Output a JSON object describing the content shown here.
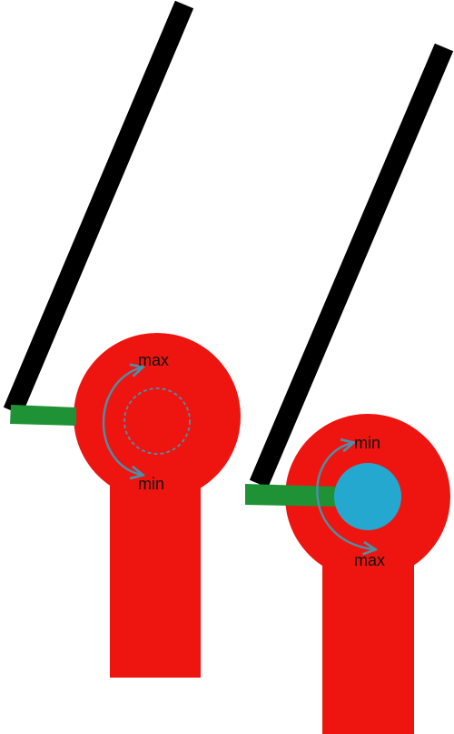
{
  "colors": {
    "body": "#ee1510",
    "rod": "#000000",
    "link": "#1e9235",
    "arrow": "#4e8fa8",
    "hub": "#24a8d0",
    "label": "#111111"
  },
  "assemblies": [
    {
      "top_label": "max",
      "bottom_label": "min",
      "hub_style": "dashed-outline"
    },
    {
      "top_label": "min",
      "bottom_label": "max",
      "hub_style": "filled"
    }
  ]
}
